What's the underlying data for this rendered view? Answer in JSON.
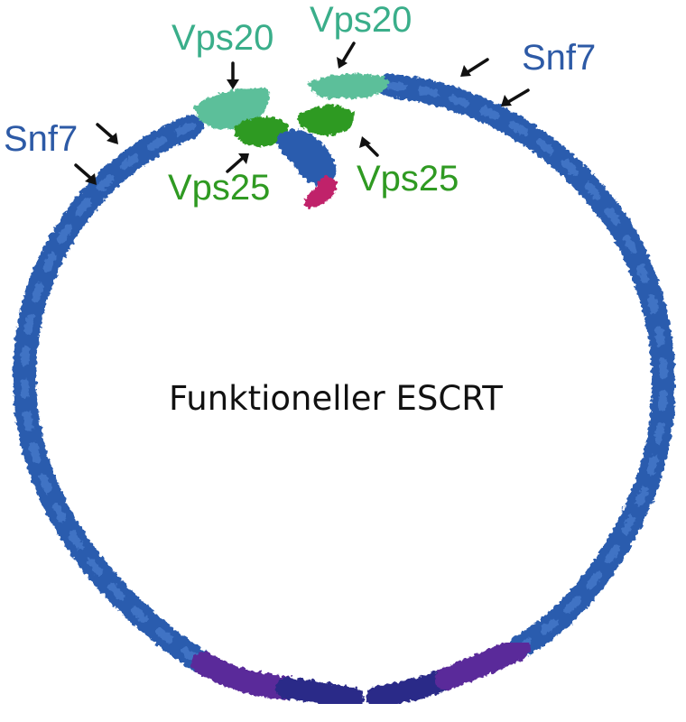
{
  "title": "Funktioneller ESCRT",
  "labels": {
    "vps20_left": "Vps20",
    "vps20_right": "Vps20",
    "snf7_left": "Snf7",
    "snf7_right": "Snf7",
    "vps25_left": "Vps25",
    "vps25_right": "Vps25"
  },
  "colors": {
    "snf7": "#2b5cae",
    "snf7_dark": "#1d4a96",
    "vps20": "#5cbf9a",
    "vps25": "#2f9a22",
    "vps4_magenta": "#c0206a",
    "purple": "#5a2a9a",
    "navy": "#2a2a88",
    "label_snf7": "#2d5aa6",
    "label_vps20": "#3aae8a",
    "label_vps25": "#2f9a22",
    "arrow": "#111111"
  }
}
